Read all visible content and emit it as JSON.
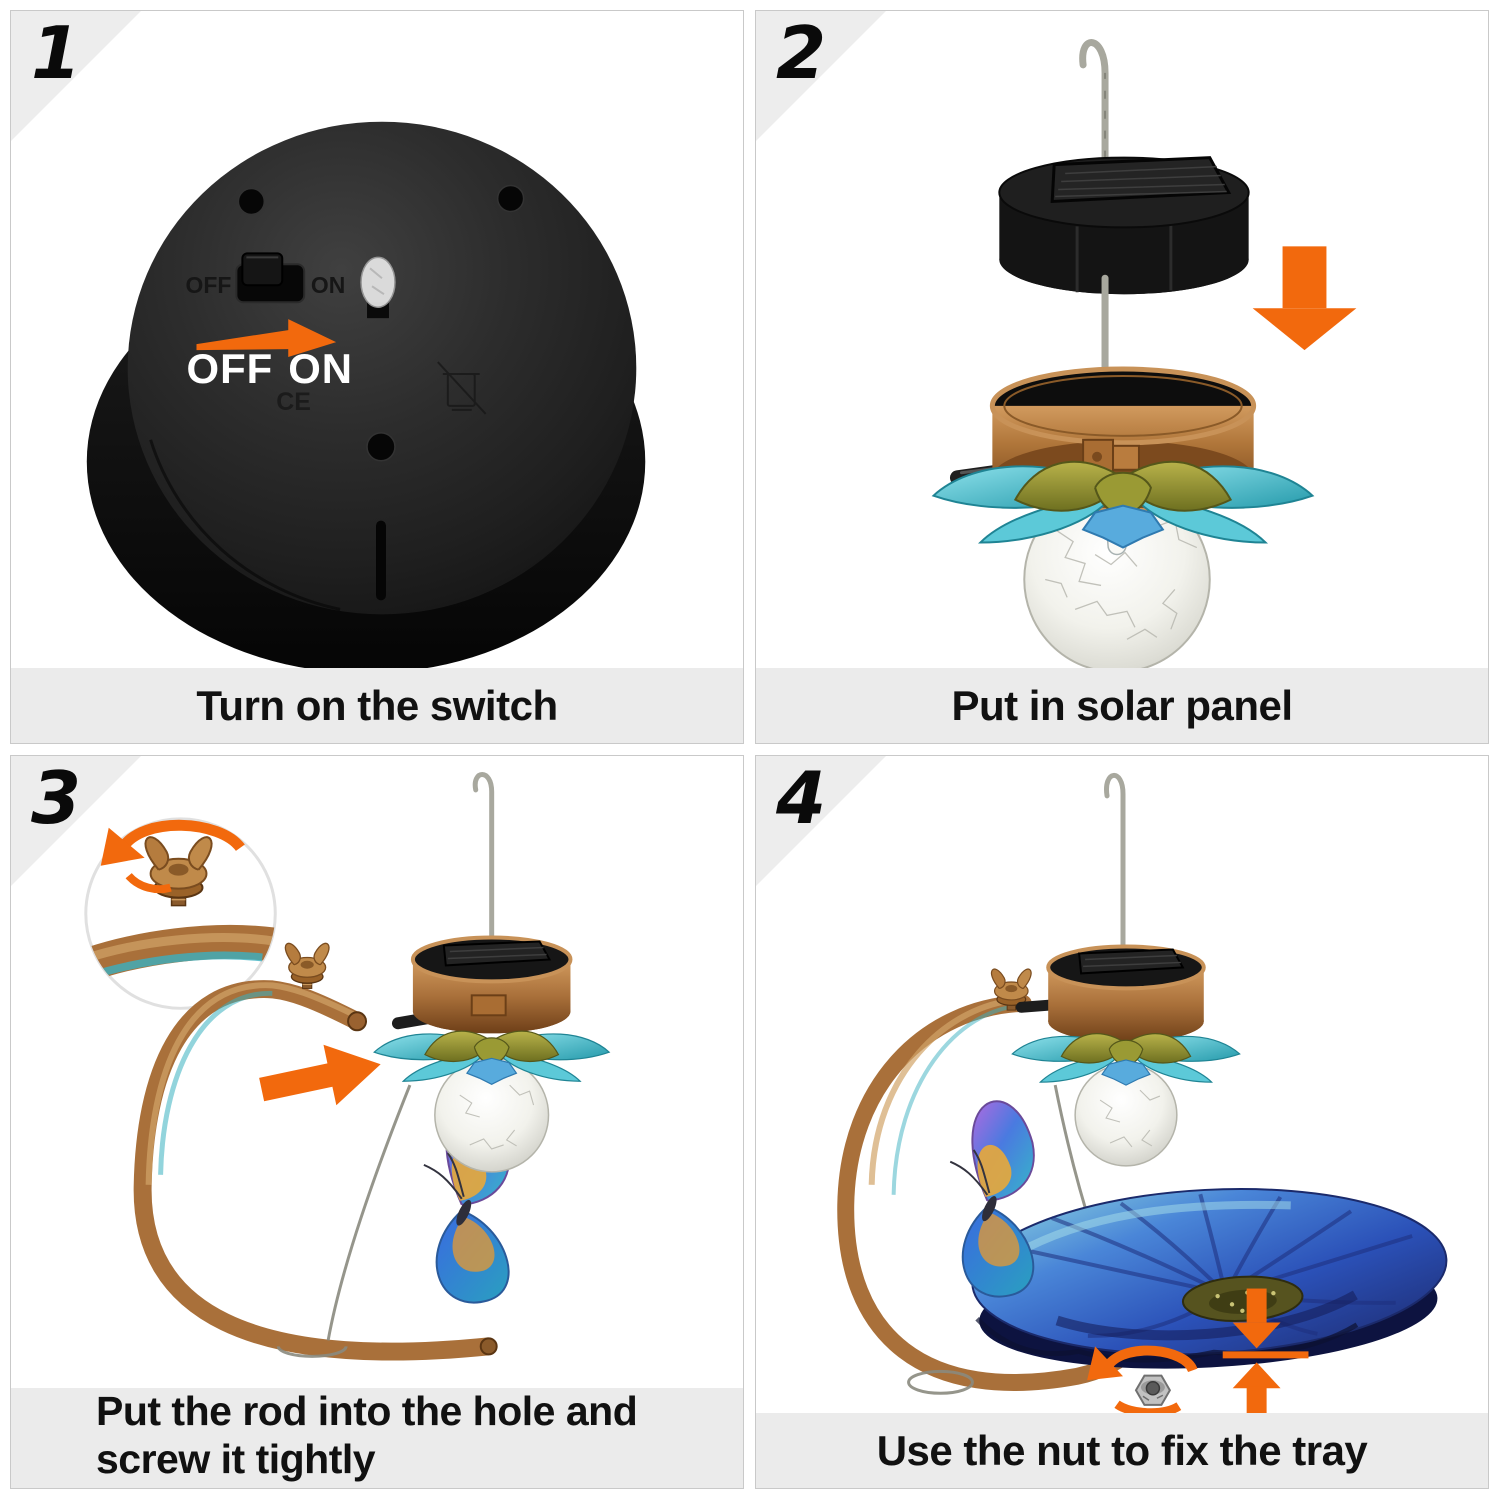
{
  "title": "Solar butterfly bird feeder light - assembly steps",
  "colors": {
    "accent_orange": "#F2690D",
    "badge_gray": "#EDEDED",
    "caption_gray": "#EBEBEB",
    "panel_border": "#C9C9C9",
    "copper": "#A9703A",
    "teal_petal": "#3FB6C4",
    "olive_petal": "#8A8A2A",
    "tray_blue": "#2B51B8",
    "disc_black": "#2D2D2D"
  },
  "panels": {
    "p1": {
      "number": "1",
      "caption": "Turn on the switch",
      "label_off": "OFF",
      "label_on": "ON",
      "embossed_off": "OFF",
      "embossed_on": "ON",
      "ce_mark": "CE"
    },
    "p2": {
      "number": "2",
      "caption": "Put in solar panel"
    },
    "p3": {
      "number": "3",
      "caption_line1": "Put the rod into the hole and",
      "caption_line2": "screw it tightly"
    },
    "p4": {
      "number": "4",
      "caption": "Use the nut to fix the tray"
    }
  }
}
